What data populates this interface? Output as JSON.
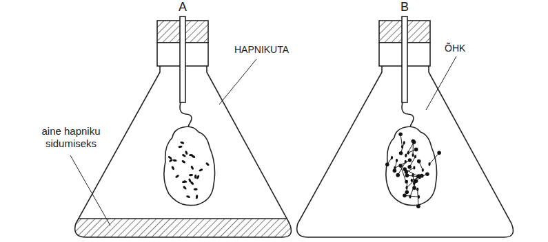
{
  "diagram": {
    "labels": [
      "A",
      "B",
      "HAPNIKUTA",
      "aine hapniku sidumiseks",
      "ÕHK"
    ]
  }
}
